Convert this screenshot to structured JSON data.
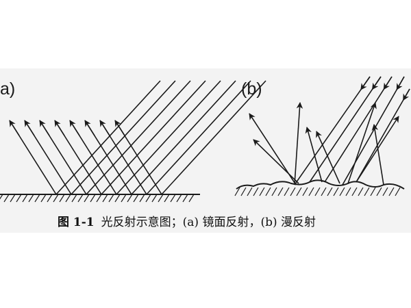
{
  "panels": {
    "a": {
      "label": "a)"
    },
    "b": {
      "label": "(b)"
    }
  },
  "caption": {
    "figure_number": "图 1-1",
    "text": "光反射示意图；(a) 镜面反射，(b) 漫反射"
  },
  "colors": {
    "ink": "#1a1a1a",
    "scan_background": "#f3f3f3"
  }
}
